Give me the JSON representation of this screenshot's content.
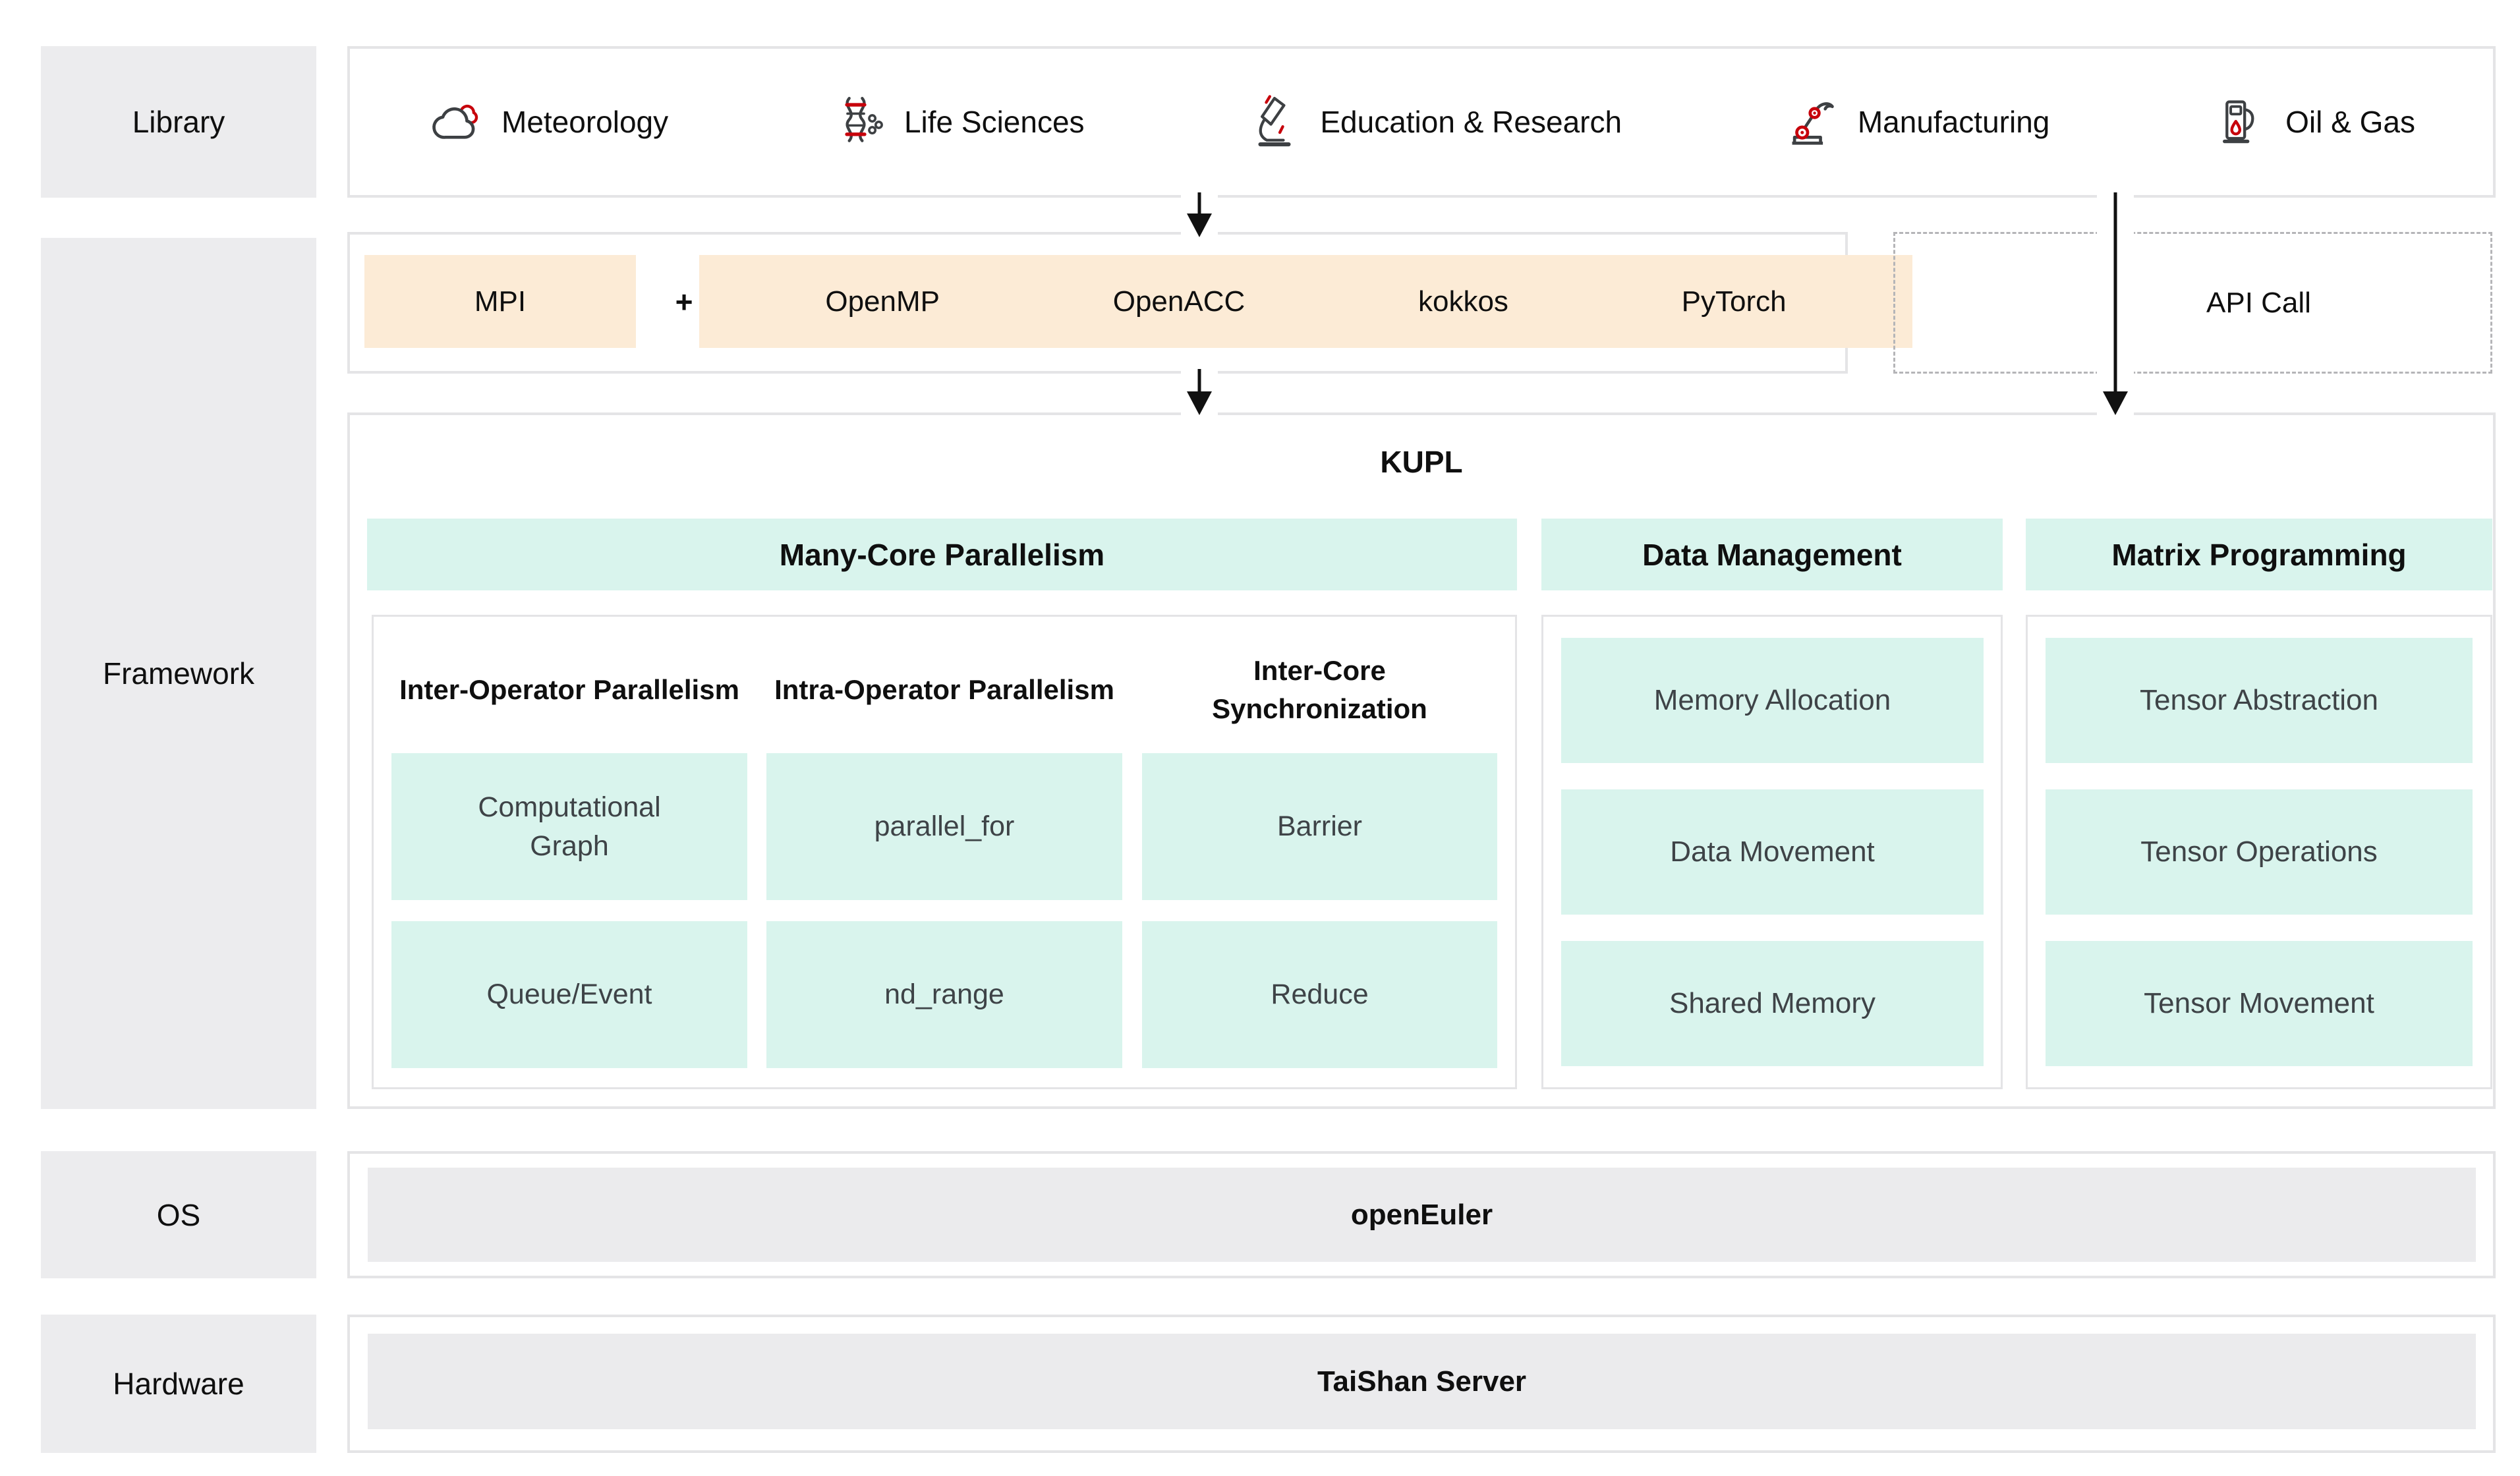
{
  "layers": {
    "library": "Library",
    "framework": "Framework",
    "os": "OS",
    "hardware": "Hardware"
  },
  "industries": [
    {
      "name": "Meteorology",
      "icon": "cloud-icon"
    },
    {
      "name": "Life Sciences",
      "icon": "dna-icon"
    },
    {
      "name": "Education & Research",
      "icon": "microscope-icon"
    },
    {
      "name": "Manufacturing",
      "icon": "robot-arm-icon"
    },
    {
      "name": "Oil & Gas",
      "icon": "fuel-pump-icon"
    }
  ],
  "middleware": {
    "mpi": "MPI",
    "plus": "+",
    "runtimes": [
      "OpenMP",
      "OpenACC",
      "kokkos",
      "PyTorch"
    ],
    "api_call": "API Call"
  },
  "kupl": {
    "title": "KUPL",
    "many_core": {
      "title": "Many-Core Parallelism",
      "columns": [
        {
          "header": "Inter-Operator Parallelism",
          "cells": [
            "Computational Graph",
            "Queue/Event"
          ]
        },
        {
          "header": "Intra-Operator Parallelism",
          "cells": [
            "parallel_for",
            "nd_range"
          ]
        },
        {
          "header": "Inter-Core Synchronization",
          "cells": [
            "Barrier",
            "Reduce"
          ]
        }
      ]
    },
    "data_management": {
      "title": "Data Management",
      "cells": [
        "Memory Allocation",
        "Data Movement",
        "Shared Memory"
      ]
    },
    "matrix_programming": {
      "title": "Matrix Programming",
      "cells": [
        "Tensor Abstraction",
        "Tensor Operations",
        "Tensor Movement"
      ]
    }
  },
  "os_layer": {
    "name": "openEuler"
  },
  "hardware_layer": {
    "name": "TaiShan Server"
  },
  "colors": {
    "chip_orange": "#fcebd6",
    "cell_teal": "#d9f4ed",
    "label_gray": "#ececee",
    "bar_gray": "#ebebed",
    "border_gray": "#e4e4e6",
    "accent_red": "#c7000b",
    "icon_stroke": "#3d4043",
    "arrow_black": "#111111"
  }
}
